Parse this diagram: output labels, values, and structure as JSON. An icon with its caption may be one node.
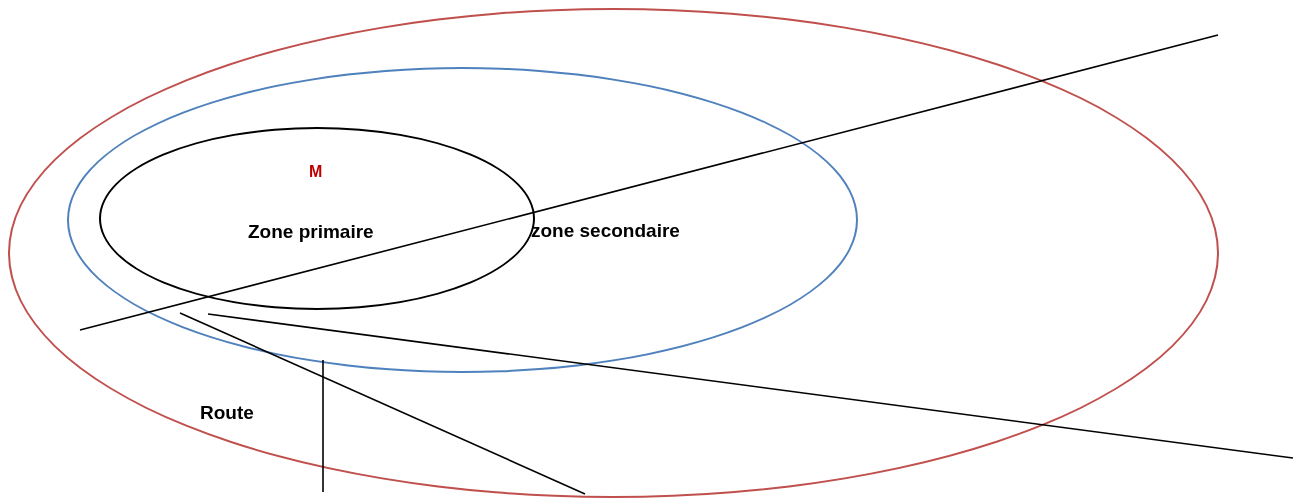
{
  "diagram": {
    "nodes": [
      {
        "text": [],
        "shape": "ellipse"
      },
      {
        "text": [
          "zone secondaire"
        ],
        "in": 0
      },
      {
        "text": [
          "M",
          "Zone primaire"
        ],
        "in": 1
      }
    ],
    "labels": [
      "Route"
    ]
  }
}
